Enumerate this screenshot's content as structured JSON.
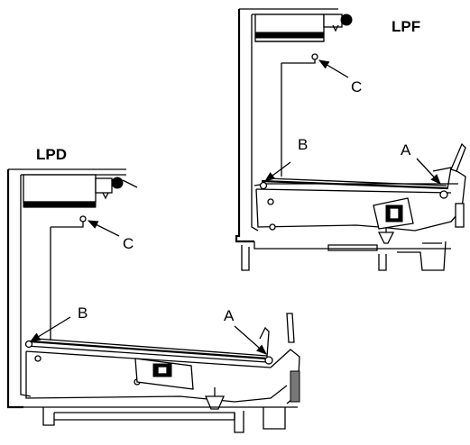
{
  "diagram": {
    "units": [
      {
        "id": "upper-right",
        "model_label": "LPF",
        "points": {
          "a": "A",
          "b": "B",
          "c": "C"
        }
      },
      {
        "id": "lower-left",
        "model_label": "LPD",
        "points": {
          "a": "A",
          "b": "B",
          "c": "C"
        }
      }
    ],
    "colors": {
      "line": "#000000",
      "background": "#ffffff",
      "shade": "#777777"
    }
  }
}
